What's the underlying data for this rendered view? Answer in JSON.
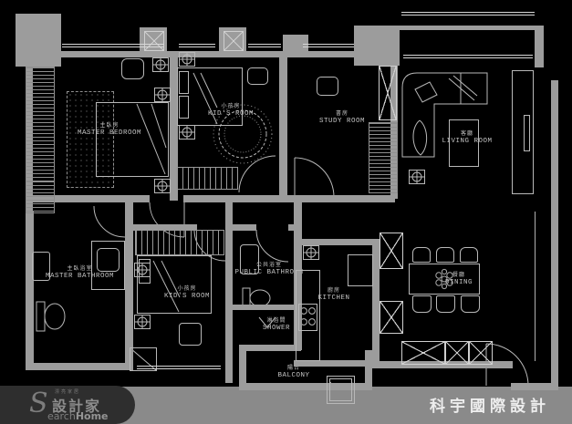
{
  "plan": {
    "rooms": [
      {
        "id": "master-bedroom",
        "zh": "主臥房",
        "en": "MASTER BEDROOM"
      },
      {
        "id": "kids-room-top",
        "zh": "小孩房",
        "en": "KID'S ROOM"
      },
      {
        "id": "study-room",
        "zh": "書房",
        "en": "STUDY ROOM"
      },
      {
        "id": "living-room",
        "zh": "客廳",
        "en": "LIVING ROOM"
      },
      {
        "id": "master-bathroom",
        "zh": "主臥浴室",
        "en": "MASTER BATHROOM"
      },
      {
        "id": "kids-room-bottom",
        "zh": "小孩房",
        "en": "KID'S ROOM"
      },
      {
        "id": "public-bathroom",
        "zh": "公共浴室",
        "en": "PUBLIC BATHROOM"
      },
      {
        "id": "shower",
        "zh": "淋浴間",
        "en": "SHOWER"
      },
      {
        "id": "kitchen",
        "zh": "廚房",
        "en": "KITCHEN"
      },
      {
        "id": "dining",
        "zh": "餐廳",
        "en": "DINING"
      },
      {
        "id": "balcony",
        "zh": "陽台",
        "en": "BALCONY"
      }
    ]
  },
  "watermark": {
    "s": "S",
    "brand_zh": "設計家",
    "tagline": "漂亮家居",
    "en_rest": "earch",
    "en_bold": "Home"
  },
  "footer": {
    "company": "科宇國際設計"
  },
  "colors": {
    "background": "#000000",
    "wall": "#9c9c9c",
    "linework": "#b8b8b8",
    "label": "#c4c4c4",
    "footer_bar": "#8a8a8a",
    "footer_text": "#ededed",
    "watermark_bg": "#2e2e2e",
    "watermark_text": "#8d8d8d"
  }
}
